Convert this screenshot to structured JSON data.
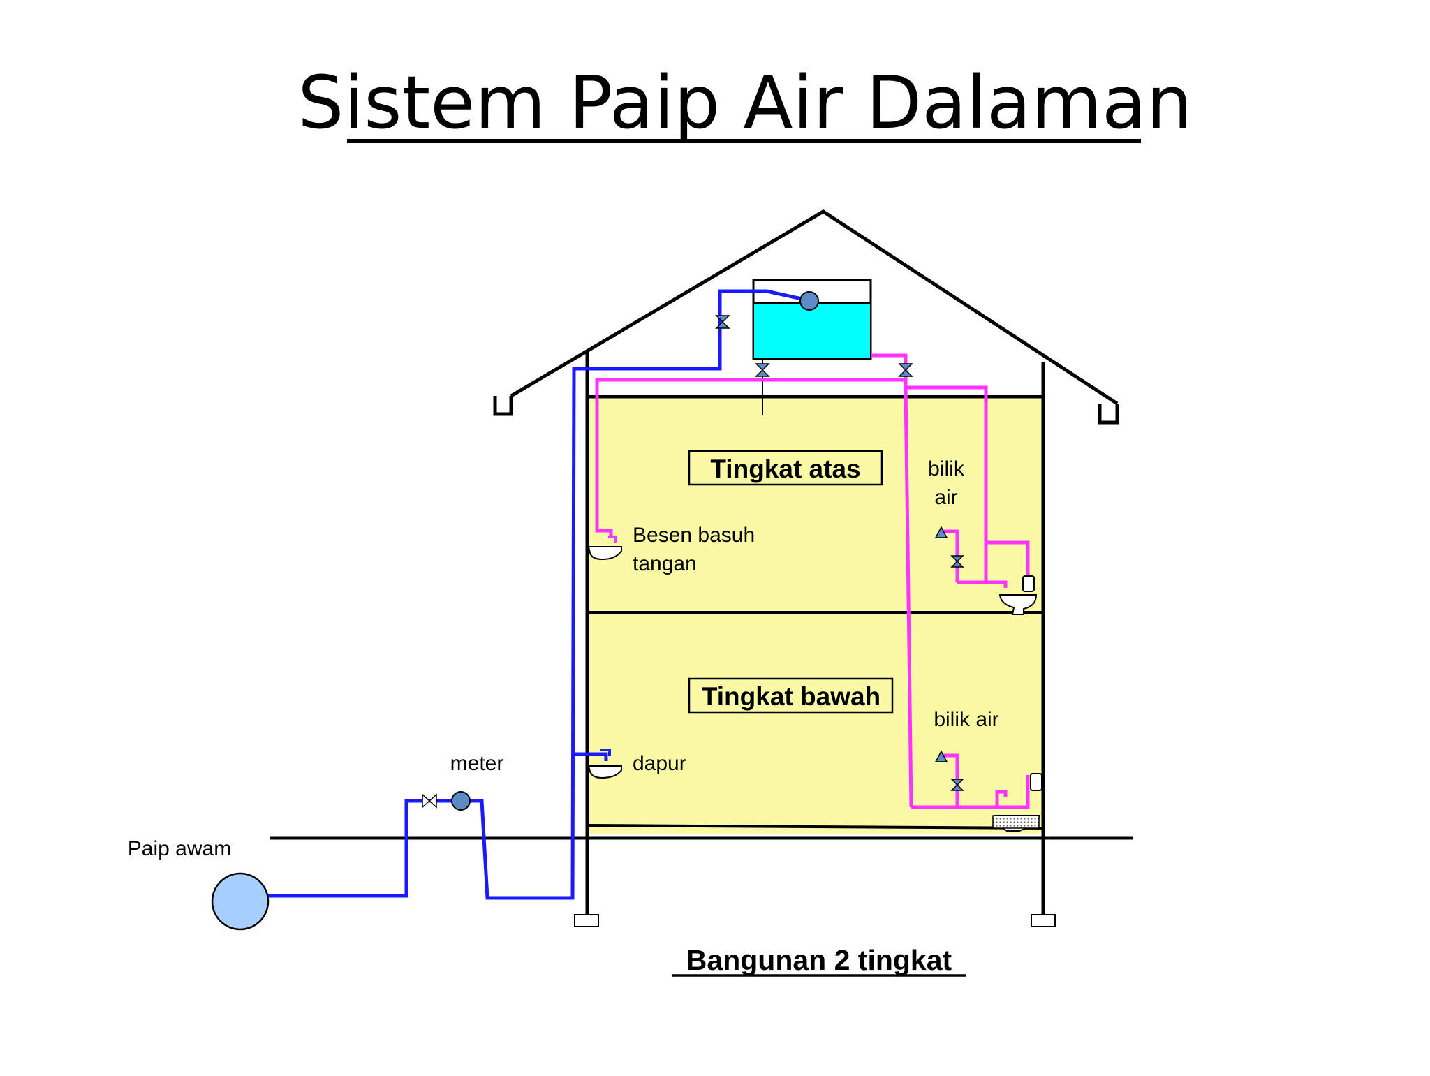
{
  "title": "Sistem Paip Air Dalaman",
  "caption": "Bangunan 2 tingkat",
  "labels": {
    "upper_floor": "Tingkat atas",
    "lower_floor": "Tingkat bawah",
    "upper_bathroom_line1": "bilik",
    "upper_bathroom_line2": "air",
    "lower_bathroom": "bilik air",
    "basin_line1": "Besen basuh",
    "basin_line2": "tangan",
    "kitchen": "dapur",
    "meter": "meter",
    "public_pipe": "Paip awam"
  },
  "colors": {
    "cold_supply_pipe": "#1a1aff",
    "distribution_pipe": "#ff33ff",
    "floor_fill": "#fafaa6",
    "tank_water": "#00ffff",
    "main_circle": "#a6cfff",
    "valve_fitting": "#5b8cc8",
    "structure": "#000000"
  }
}
